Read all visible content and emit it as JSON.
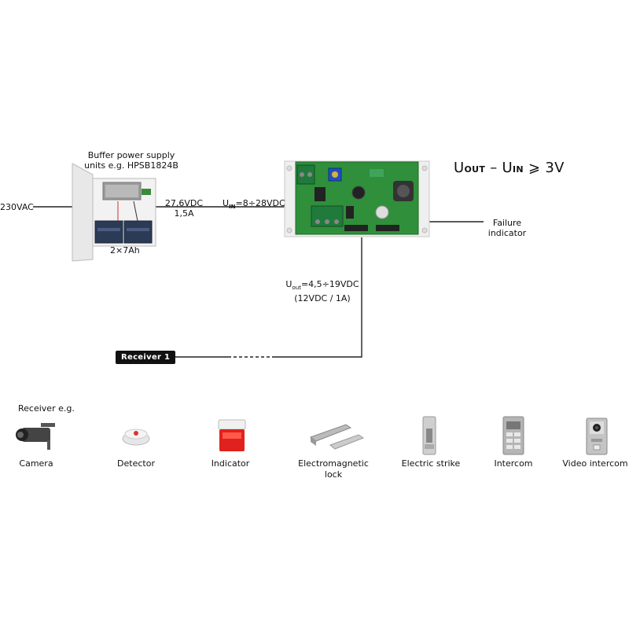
{
  "formula": {
    "u1": "U",
    "s1": "OUT",
    "op": " – ",
    "u2": "U",
    "s2": "IN",
    "rel": " ⩾ 3V"
  },
  "psu": {
    "title_line1": "Buffer power supply",
    "title_line2": "units e.g. HPSB1824B",
    "battery": "2×7Ah"
  },
  "input": {
    "voltage": "230VAC"
  },
  "link1": {
    "voltage": "27,6VDC",
    "current": "1,5A"
  },
  "uin": {
    "u": "U",
    "sub": "IN",
    "range": "=8÷28VDC"
  },
  "failure": {
    "line1": "Failure",
    "line2": "indicator"
  },
  "uout": {
    "u": "U",
    "sub": "out",
    "range": "=4,5÷19VDC",
    "nominal": "(12VDC / 1A)"
  },
  "receiver": {
    "label": "Receiver 1"
  },
  "receivers_title": "Receiver e.g.",
  "devices": [
    {
      "label": "Camera",
      "icon": "camera-icon"
    },
    {
      "label": "Detector",
      "icon": "smoke-detector-icon"
    },
    {
      "label": "Indicator",
      "icon": "siren-icon"
    },
    {
      "label": "Electromagnetic",
      "label2": "lock",
      "icon": "magnetic-lock-icon"
    },
    {
      "label": "Electric strike",
      "icon": "electric-strike-icon"
    },
    {
      "label": "Intercom",
      "icon": "intercom-icon"
    },
    {
      "label": "Video intercom",
      "icon": "video-intercom-icon"
    }
  ],
  "colors": {
    "pcb": "#2f8f3a",
    "terminal": "#1f7a3c",
    "siren": "#e0211e",
    "line": "#222222"
  }
}
